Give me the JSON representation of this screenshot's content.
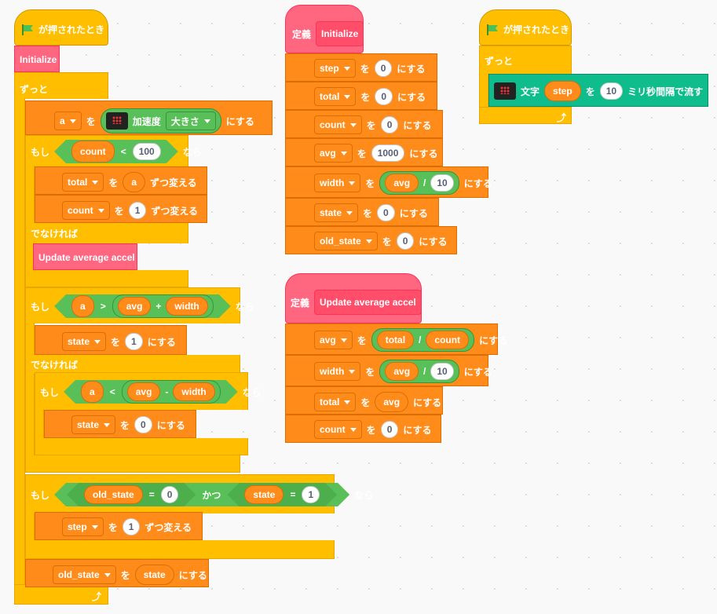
{
  "flag_event_label": "が押されたとき",
  "forever_label": "ずっと",
  "else_label": "でなければ",
  "if_label": "もし",
  "then_label": "なら",
  "and_label": "かつ",
  "to_label": "を",
  "set_suffix": "にする",
  "change_suffix": "ずつ変える",
  "define_label": "定義",
  "proc_initialize": "Initialize",
  "proc_update": "Update average accel",
  "accel_label": "加速度",
  "strength_option": "大きさ",
  "text_label": "文字",
  "scroll_suffix": "ミリ秒間隔で流す",
  "ops": {
    "lt": "<",
    "gt": ">",
    "plus": "+",
    "minus": "-",
    "div": "/",
    "eq": "="
  },
  "vars": {
    "a": "a",
    "count": "count",
    "total": "total",
    "avg": "avg",
    "width": "width",
    "state": "state",
    "old_state": "old_state",
    "step": "step"
  },
  "nums": {
    "n0": "0",
    "n1": "1",
    "n10": "10",
    "n100": "100",
    "n1000": "1000"
  },
  "icons": {
    "flag": "green-flag-icon",
    "microbit": "microbit-icon",
    "loop_arrow": "loop-arrow-icon"
  },
  "colors": {
    "control": "#ffbf00",
    "variables": "#ff8c1a",
    "operators": "#59c059",
    "my_blocks": "#ff6680",
    "microbit": "#0fbd8c"
  }
}
